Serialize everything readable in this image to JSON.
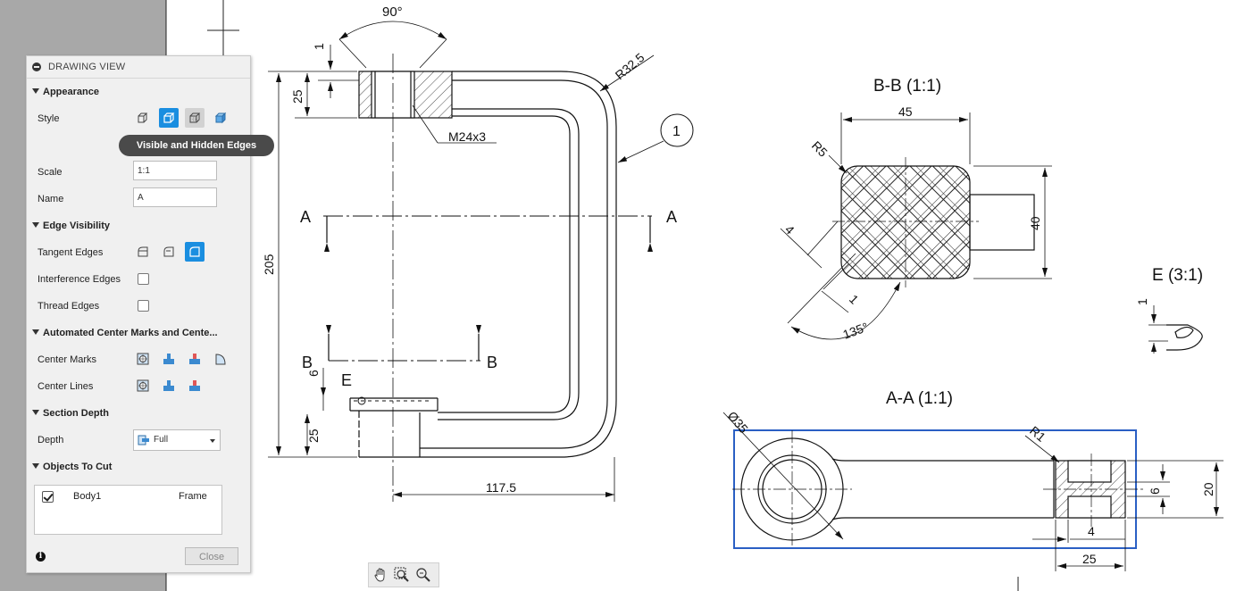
{
  "panel": {
    "title": "DRAWING VIEW",
    "sections": {
      "appearance": "Appearance",
      "edge_visibility": "Edge Visibility",
      "center_marks": "Automated Center Marks and Cente...",
      "section_depth": "Section Depth",
      "objects_to_cut": "Objects To Cut"
    },
    "labels": {
      "style": "Style",
      "scale": "Scale",
      "name": "Name",
      "tangent": "Tangent Edges",
      "interference": "Interference Edges",
      "thread": "Thread Edges",
      "center_marks": "Center Marks",
      "center_lines": "Center Lines",
      "depth": "Depth"
    },
    "values": {
      "scale": "1:1",
      "name": "A",
      "depth": "Full"
    },
    "tooltip": "Visible and Hidden Edges",
    "objects": [
      {
        "body": "Body1",
        "component": "Frame",
        "checked": true
      }
    ],
    "close": "Close",
    "icons": {
      "style": [
        "visible-edges-icon",
        "visible-and-hidden-edges-icon",
        "shaded-icon",
        "shaded-hidden-icon"
      ],
      "tangent": [
        "full-length-tangent-icon",
        "short-tangent-icon",
        "no-tangent-icon"
      ],
      "center_marks": [
        "center-mark-hole-icon",
        "center-mark-cut-icon",
        "center-mark-extrude-icon",
        "center-mark-fillet-icon"
      ],
      "center_lines": [
        "center-line-hole-icon",
        "center-line-cut-icon",
        "center-line-extrude-icon"
      ]
    },
    "accent_color": "#1a8ee0"
  },
  "drawing": {
    "views": {
      "bb": "B-B (1:1)",
      "aa": "A-A (1:1)",
      "e": "E (3:1)"
    },
    "dims": {
      "angle90": "90°",
      "d1_top": "1",
      "d25_top": "25",
      "r325": "R32.5",
      "thread": "M24x3",
      "balloon": "1",
      "d205": "205",
      "d6": "6",
      "d25_bot": "25",
      "d1175": "117.5",
      "bb45": "45",
      "bbR5": "R5",
      "bb40": "40",
      "bb4": "4",
      "bb1": "1",
      "bb135": "135°",
      "e1": "1",
      "aaD35": "Ø35",
      "aaR1": "R1",
      "aa6": "6",
      "aa20": "20",
      "aa4": "4",
      "aa25": "25"
    },
    "section_labels": {
      "a": "A",
      "b": "B",
      "e_detail": "E"
    },
    "selection_color": "#2a5fc4"
  },
  "navbar": {
    "icons": [
      "pan-hand-icon",
      "zoom-window-icon",
      "zoom-icon"
    ]
  }
}
